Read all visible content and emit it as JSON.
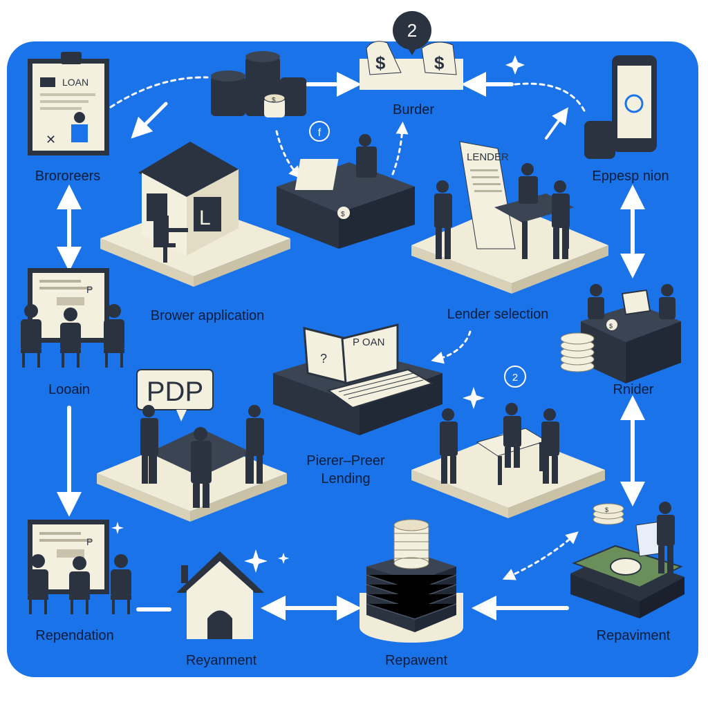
{
  "colors": {
    "background": "#1a73e8",
    "platform": "#f1ecd8",
    "dark": "#2b3340",
    "paper": "#f4f0e0",
    "accent": "#1f5fd1",
    "money_green": "#6b8f5a"
  },
  "badges": {
    "top": "2",
    "mid_right": "2",
    "mid_top": "f"
  },
  "paper_text": {
    "clipboard": "LOAN",
    "lender_doc": "LENDER",
    "laptop_screen": "P OAN",
    "question": "?",
    "speech_bubble": "PDP",
    "board_mid": "P",
    "board_bottom": "P"
  },
  "nodes": {
    "borrowers": "Brororeers",
    "burder": "Burder",
    "eppesp": "Eppesp nion",
    "browser_app": "Brower application",
    "lender_selection": "Lender selection",
    "loan": "Looain",
    "p2p_line1": "Pierer–Preer",
    "p2p_line2": "Lending",
    "rnider": "Rnider",
    "rependation": "Rependation",
    "reyanment": "Reyanment",
    "repawent": "Repawent",
    "repaviment": "Repaviment"
  },
  "icons": [
    "clipboard-icon",
    "coins-icon",
    "dollar-cards-icon",
    "smartphone-icon",
    "house-office-icon",
    "desk-meeting-icon",
    "lender-meeting-icon",
    "presentation-audience-icon",
    "laptop-icon",
    "small-desk-icon",
    "p2p-meeting-icon",
    "handshake-table-icon",
    "house-icon",
    "coin-stack-icon",
    "cash-stack-icon",
    "sparkle-icon"
  ]
}
